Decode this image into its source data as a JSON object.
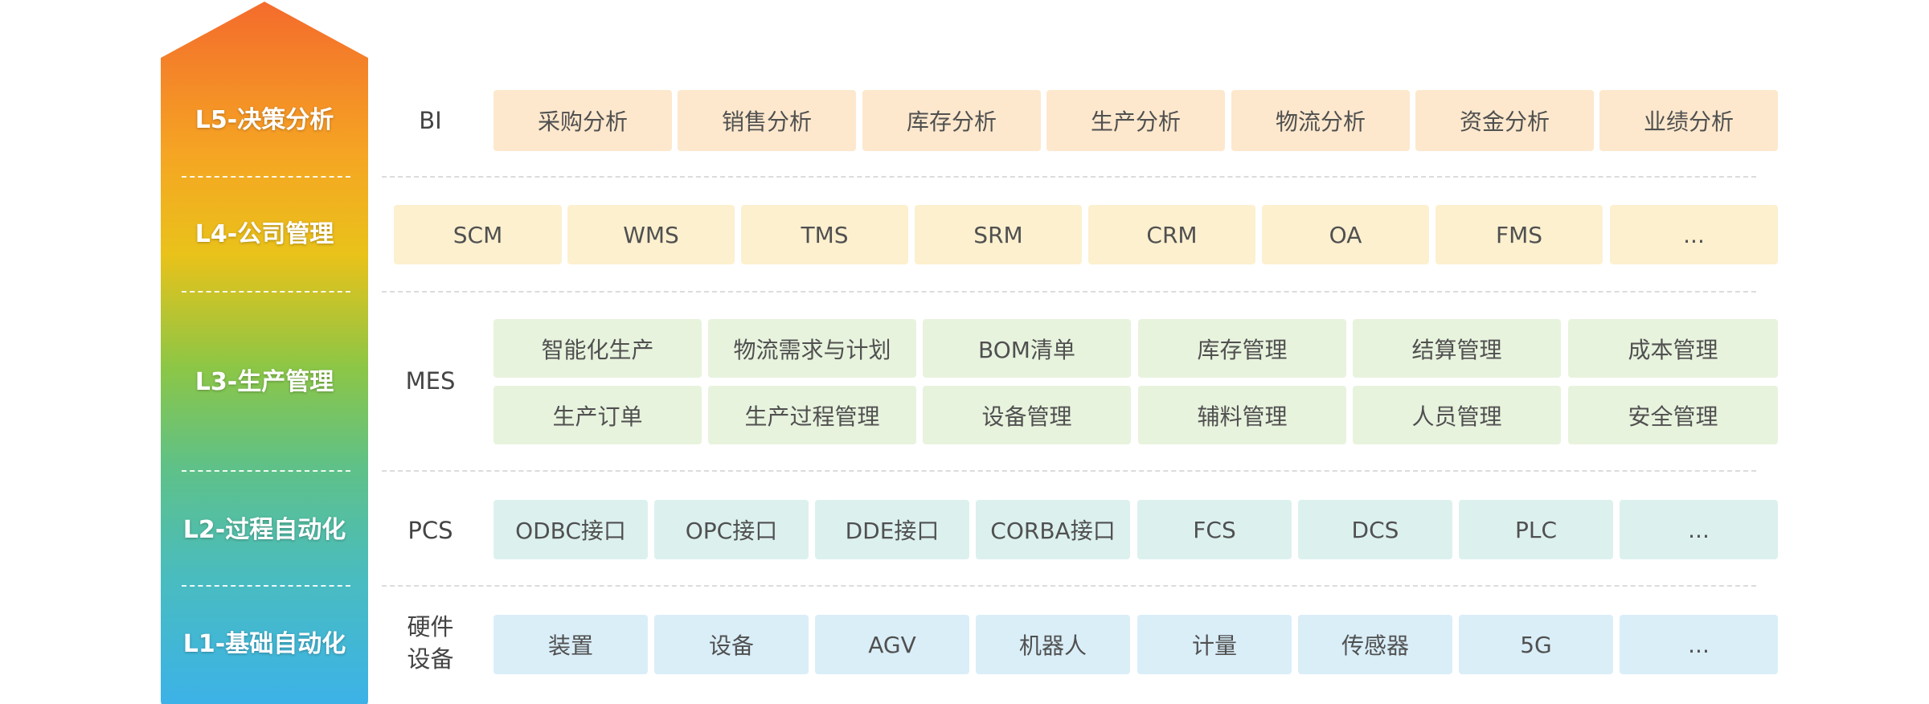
{
  "levels": [
    {
      "id": "L5",
      "label": "L5-决策分析",
      "category": "BI",
      "items": [
        "采购分析",
        "销售分析",
        "库存分析",
        "生产分析",
        "物流分析",
        "资金分析",
        "业绩分析"
      ]
    },
    {
      "id": "L4",
      "label": "L4-公司管理",
      "category": "",
      "items": [
        "SCM",
        "WMS",
        "TMS",
        "SRM",
        "CRM",
        "OA",
        "FMS",
        "..."
      ]
    },
    {
      "id": "L3",
      "label": "L3-生产管理",
      "category": "MES",
      "items": [
        "智能化生产",
        "物流需求与计划",
        "BOM清单",
        "库存管理",
        "结算管理",
        "成本管理",
        "生产订单",
        "生产过程管理",
        "设备管理",
        "辅料管理",
        "人员管理",
        "安全管理"
      ]
    },
    {
      "id": "L2",
      "label": "L2-过程自动化",
      "category": "PCS",
      "items": [
        "ODBC接口",
        "OPC接口",
        "DDE接口",
        "CORBA接口",
        "FCS",
        "DCS",
        "PLC",
        "..."
      ]
    },
    {
      "id": "L1",
      "label": "L1-基础自动化",
      "category": "硬件\n设备",
      "items": [
        "装置",
        "设备",
        "AGV",
        "机器人",
        "计量",
        "传感器",
        "5G",
        "..."
      ]
    }
  ],
  "colors": {
    "arrow_gradient": [
      "#f46b2c",
      "#f5a623",
      "#f1c40f",
      "#a8c83a",
      "#76c35c",
      "#4ec1b0",
      "#3cb4e6"
    ],
    "L5": "#fde8cd",
    "L4": "#fdf0cf",
    "L3": "#e8f3de",
    "L2": "#dcf1ee",
    "L1": "#daeef8"
  }
}
